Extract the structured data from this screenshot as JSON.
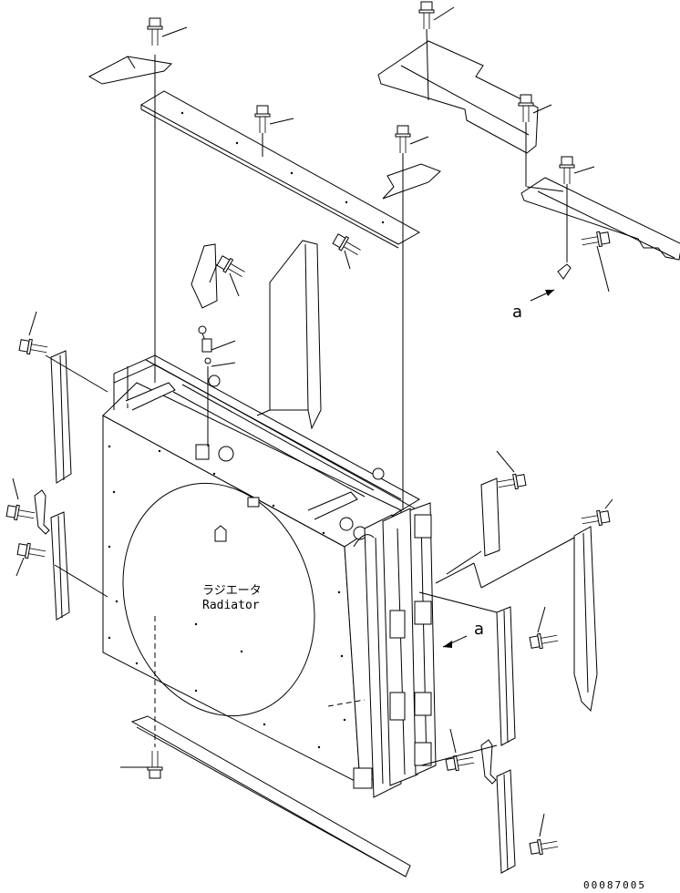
{
  "labels": {
    "part_jp": "ラジエータ",
    "part_en": "Radiator",
    "view_mark_left": "a",
    "view_mark_right": "a",
    "drawing_code": "00087005"
  },
  "colors": {
    "line": "#000000",
    "background": "#ffffff"
  }
}
